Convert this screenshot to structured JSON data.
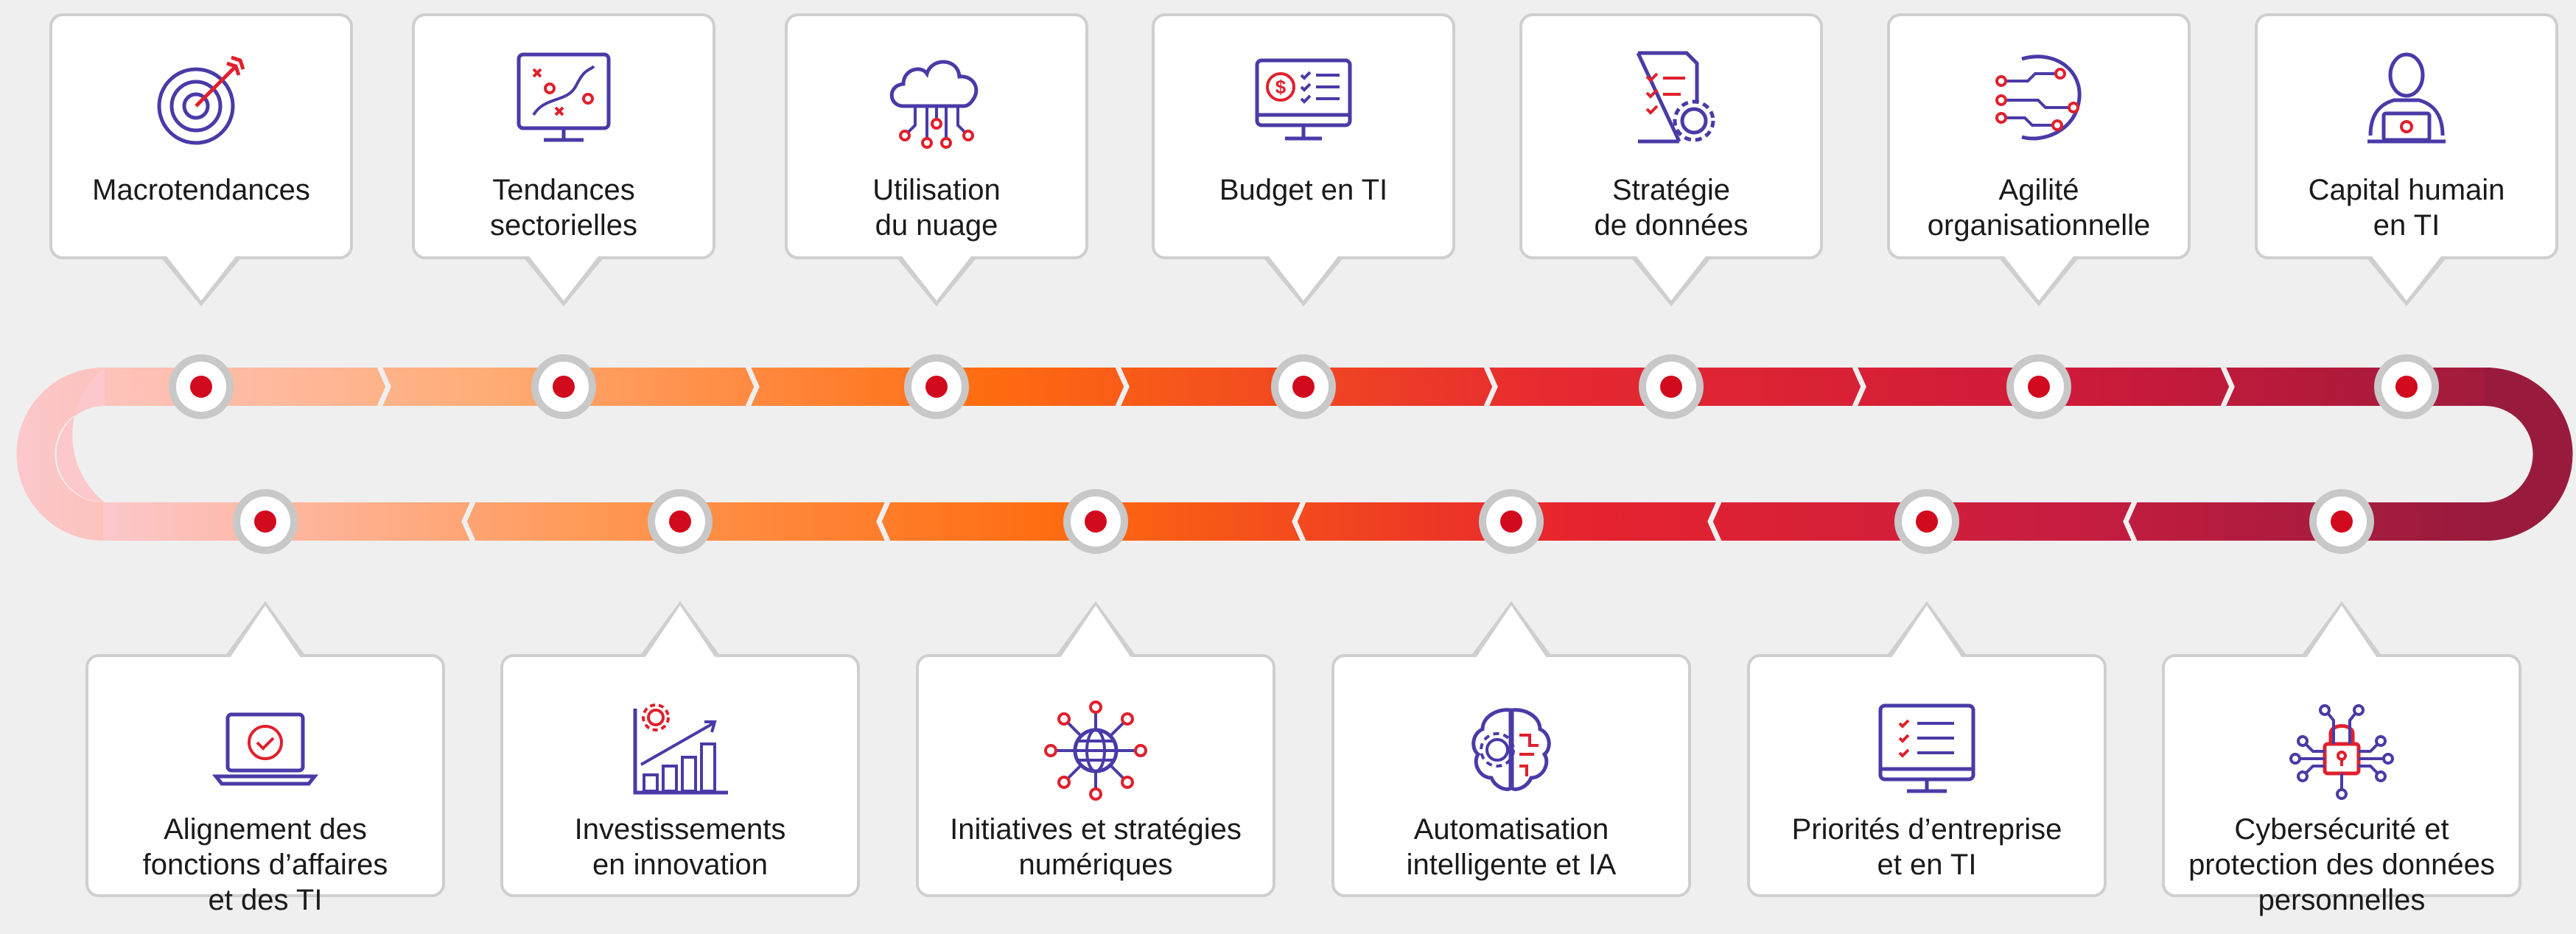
{
  "colors": {
    "track_start": "#fdd0d3",
    "track_mid": "#ff6c10",
    "track_red": "#e0202d",
    "track_end": "#9b1b3c",
    "node_fill": "#d20a1e",
    "node_ring": "#c8c8c8",
    "icon_purple": "#4a3aa7",
    "icon_red": "#e0202d"
  },
  "top_cards": [
    {
      "label": "Macrotendances",
      "icon": "target-icon"
    },
    {
      "label": "Tendances\nsectorielles",
      "icon": "strategy-board-icon"
    },
    {
      "label": "Utilisation\ndu nuage",
      "icon": "cloud-icon"
    },
    {
      "label": "Budget en TI",
      "icon": "budget-monitor-icon"
    },
    {
      "label": "Stratégie\nde données",
      "icon": "data-strategy-icon"
    },
    {
      "label": "Agilité\norganisationnelle",
      "icon": "circuit-icon"
    },
    {
      "label": "Capital humain\nen TI",
      "icon": "person-laptop-icon"
    }
  ],
  "bottom_cards": [
    {
      "label": "Alignement des\nfonctions d’affaires\net des TI",
      "icon": "laptop-check-icon"
    },
    {
      "label": "Investissements\nen innovation",
      "icon": "growth-chart-icon"
    },
    {
      "label": "Initiatives et stratégies\nnumériques",
      "icon": "globe-network-icon"
    },
    {
      "label": "Automatisation\nintelligente et IA",
      "icon": "brain-gear-icon"
    },
    {
      "label": "Priorités d’entreprise\net en TI",
      "icon": "monitor-checklist-icon"
    },
    {
      "label": "Cybersécurité et\nprotection des données\npersonnelles",
      "icon": "security-lock-icon"
    }
  ]
}
